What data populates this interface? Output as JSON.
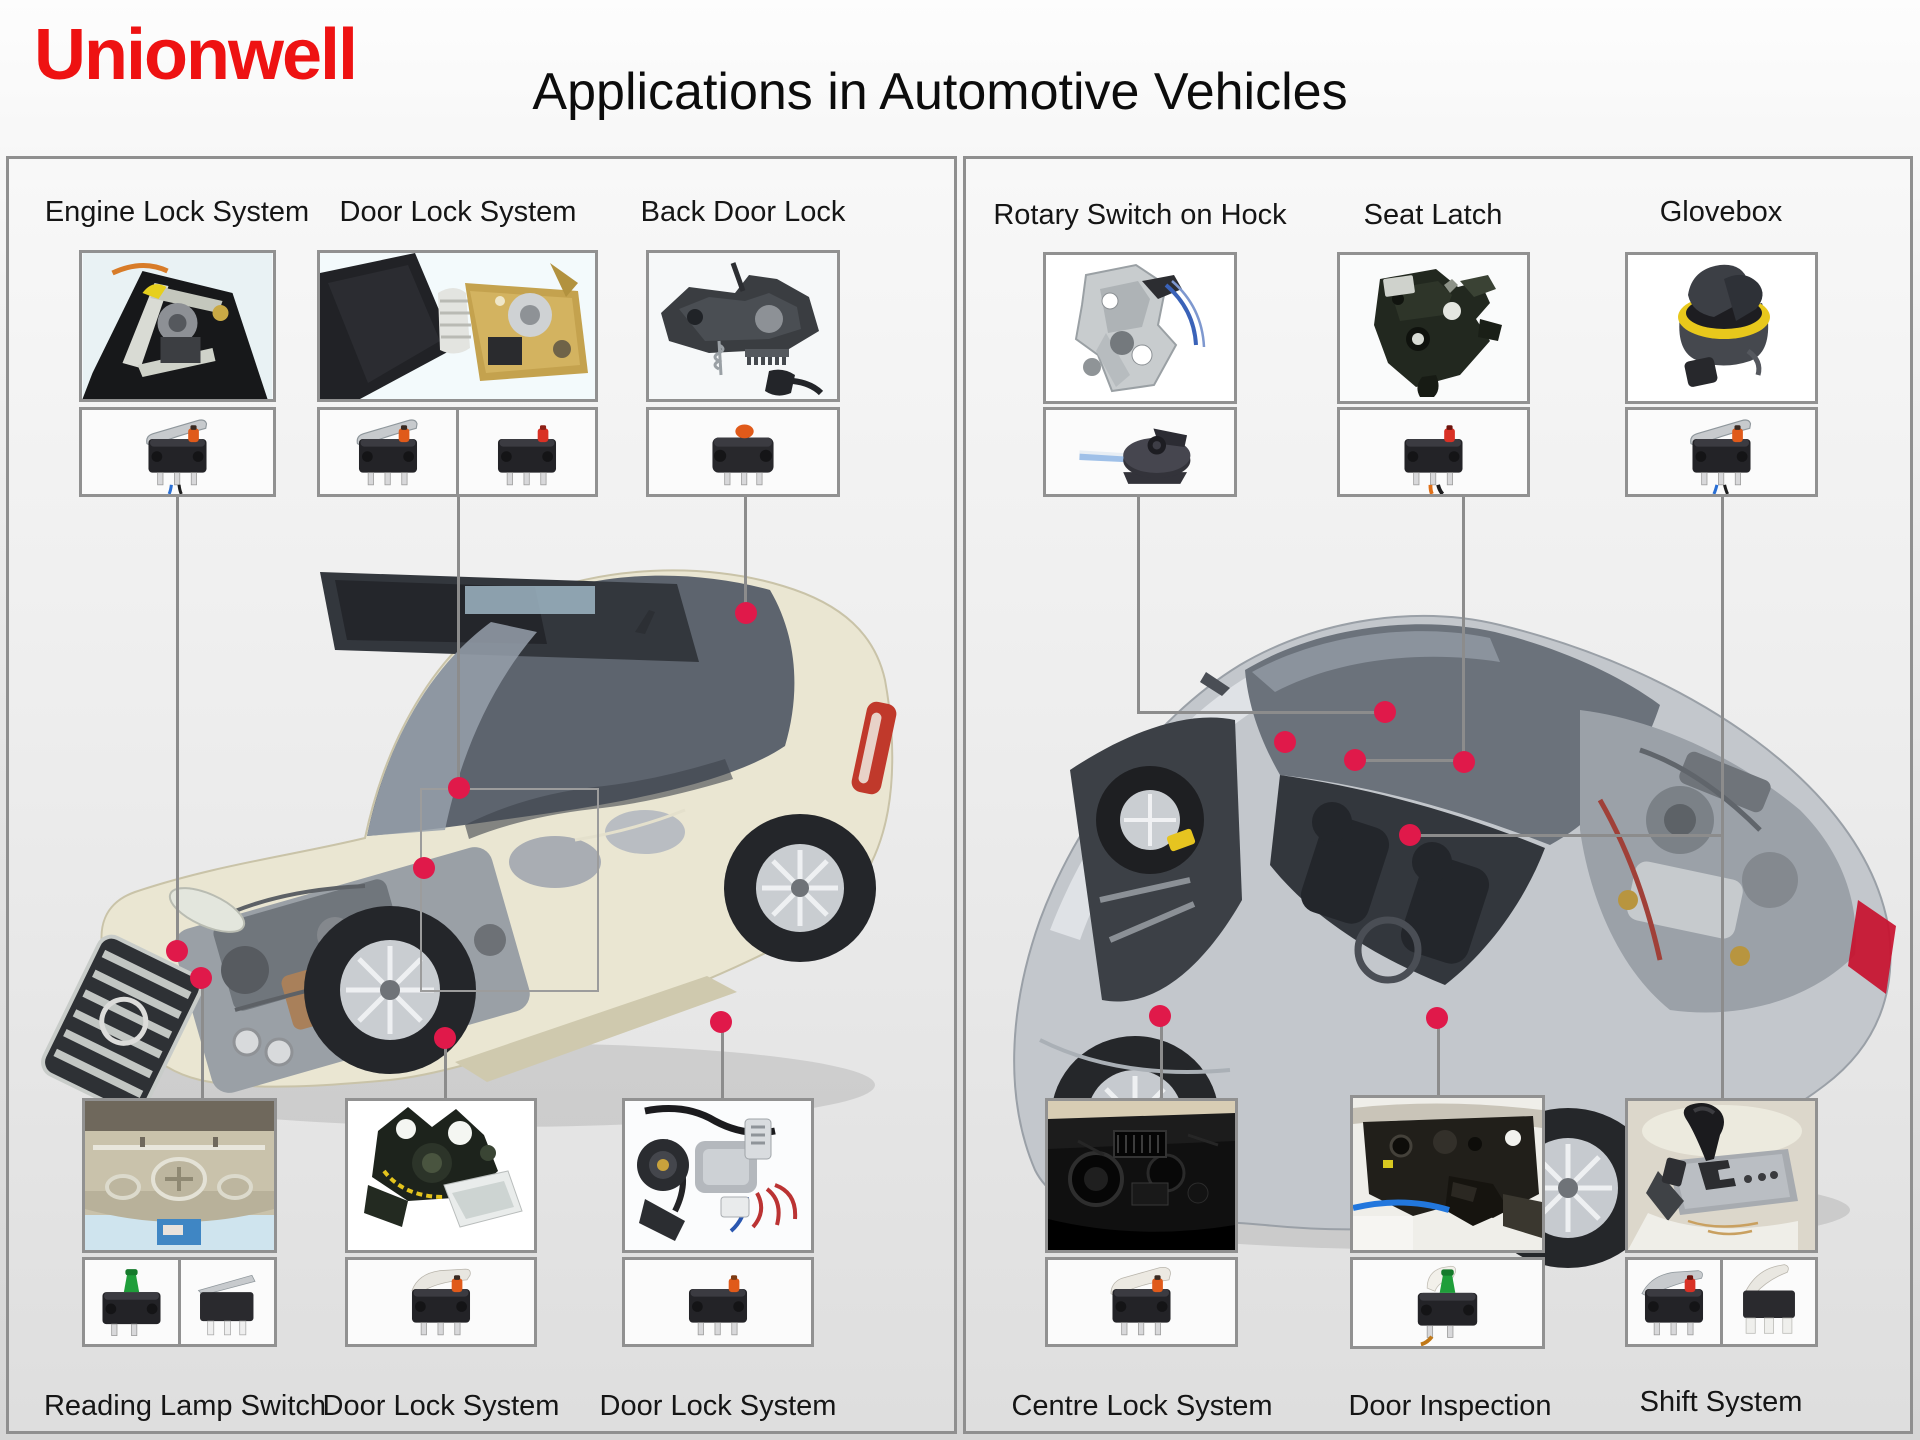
{
  "header": {
    "logo": "Unionwell",
    "title": "Applications in Automotive Vehicles",
    "logo_color": "#ee1212",
    "title_color": "#0c0c0c"
  },
  "colors": {
    "location_dot": "#e0194a",
    "connector_line": "#8c8c8c",
    "panel_border": "#8f8f8f",
    "box_border": "#919191",
    "switch_button_orange": "#e05a1a",
    "switch_button_red": "#d93125",
    "switch_button_green": "#1f9e3a"
  },
  "left_panel": {
    "car": "sedan-cutaway-cream",
    "top_groups": [
      {
        "label": "Engine Lock System",
        "photo_icon": "engine-lock-mechanism",
        "switch_icons": [
          "micro-switch-lever-wired"
        ]
      },
      {
        "label": "Door Lock System",
        "photo_icon": "door-lock-actuator",
        "switch_icons": [
          "micro-switch-lever-orange",
          "micro-switch-red-plunger"
        ]
      },
      {
        "label": "Back Door Lock",
        "photo_icon": "back-door-latch",
        "switch_icons": [
          "micro-switch-sealed-orange"
        ]
      }
    ],
    "bottom_groups": [
      {
        "label": "Reading Lamp Switch",
        "photo_icon": "overhead-reading-lamp-console",
        "switch_icons": [
          "micro-switch-green-plunger",
          "micro-switch-lever-small"
        ]
      },
      {
        "label": "Door Lock System",
        "photo_icon": "door-lock-module",
        "switch_icons": [
          "micro-switch-lever-orange"
        ]
      },
      {
        "label": "Door Lock System",
        "photo_icon": "door-lock-wiring-harness",
        "switch_icons": [
          "micro-switch-orange-plunger"
        ]
      }
    ]
  },
  "right_panel": {
    "car": "sports-car-cutaway-silver",
    "top_groups": [
      {
        "label": "Rotary Switch on Hock",
        "photo_icon": "hood-latch-bracket",
        "switch_icons": [
          "rotary-micro-switch-wired"
        ]
      },
      {
        "label": "Seat Latch",
        "photo_icon": "seat-latch-plate",
        "switch_icons": [
          "micro-switch-red-plunger-wired"
        ]
      },
      {
        "label": "Glovebox",
        "photo_icon": "glovebox-cup",
        "switch_icons": [
          "micro-switch-lever-orange"
        ]
      }
    ],
    "bottom_groups": [
      {
        "label": "Centre Lock System",
        "photo_icon": "dashboard-centre-lock",
        "switch_icons": [
          "micro-switch-lever-orange"
        ]
      },
      {
        "label": "Door Inspection",
        "photo_icon": "door-inner-panel",
        "switch_icons": [
          "micro-switch-green-plunger-lever"
        ]
      },
      {
        "label": "Shift System",
        "photo_icon": "gear-shifter-assembly",
        "switch_icons": [
          "micro-switch-lever-red",
          "micro-switch-lever-white"
        ]
      }
    ]
  }
}
